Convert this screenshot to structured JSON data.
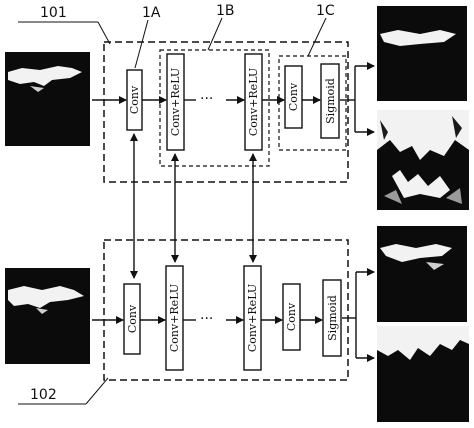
{
  "figure_labels": {
    "network_top": "101",
    "network_bottom": "102",
    "group_a": "1A",
    "group_b": "1B",
    "group_c": "1C"
  },
  "top_network": {
    "conv_first": "Conv",
    "conv_relu_1": "Conv+ReLU",
    "conv_relu_2": "Conv+ReLU",
    "conv_last": "Conv",
    "sigmoid": "Sigmoid"
  },
  "bottom_network": {
    "conv_first": "Conv",
    "conv_relu_1": "Conv+ReLU",
    "conv_relu_2": "Conv+ReLU",
    "conv_last": "Conv",
    "sigmoid": "Sigmoid"
  },
  "colors": {
    "line": "#111111",
    "image_dark": "#0b0b0b",
    "image_light": "#f2f2f2"
  }
}
